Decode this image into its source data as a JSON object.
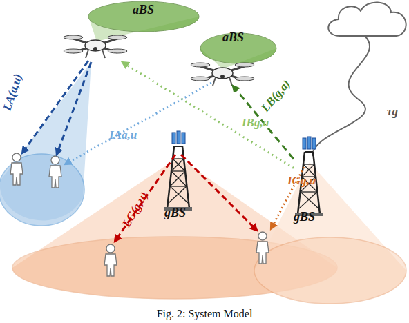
{
  "diagram": {
    "caption": "Fig. 2: System Model",
    "nodes": [
      {
        "text": [
          "aBS"
        ]
      },
      {
        "text": [
          "aBS"
        ]
      },
      {
        "text": [
          "gBS"
        ]
      },
      {
        "text": [
          "gBS"
        ]
      }
    ],
    "edges": [
      {
        "from": 3,
        "to": 1,
        "arrow": "to",
        "label": "LB(g,a)"
      },
      {
        "from": 3,
        "to": 0,
        "arrow": "to",
        "label": "IBg,a"
      }
    ],
    "labels": [
      "LA(a,u)",
      "IAa,u",
      "τg",
      "LG(g,u)",
      "IGg,u"
    ]
  }
}
